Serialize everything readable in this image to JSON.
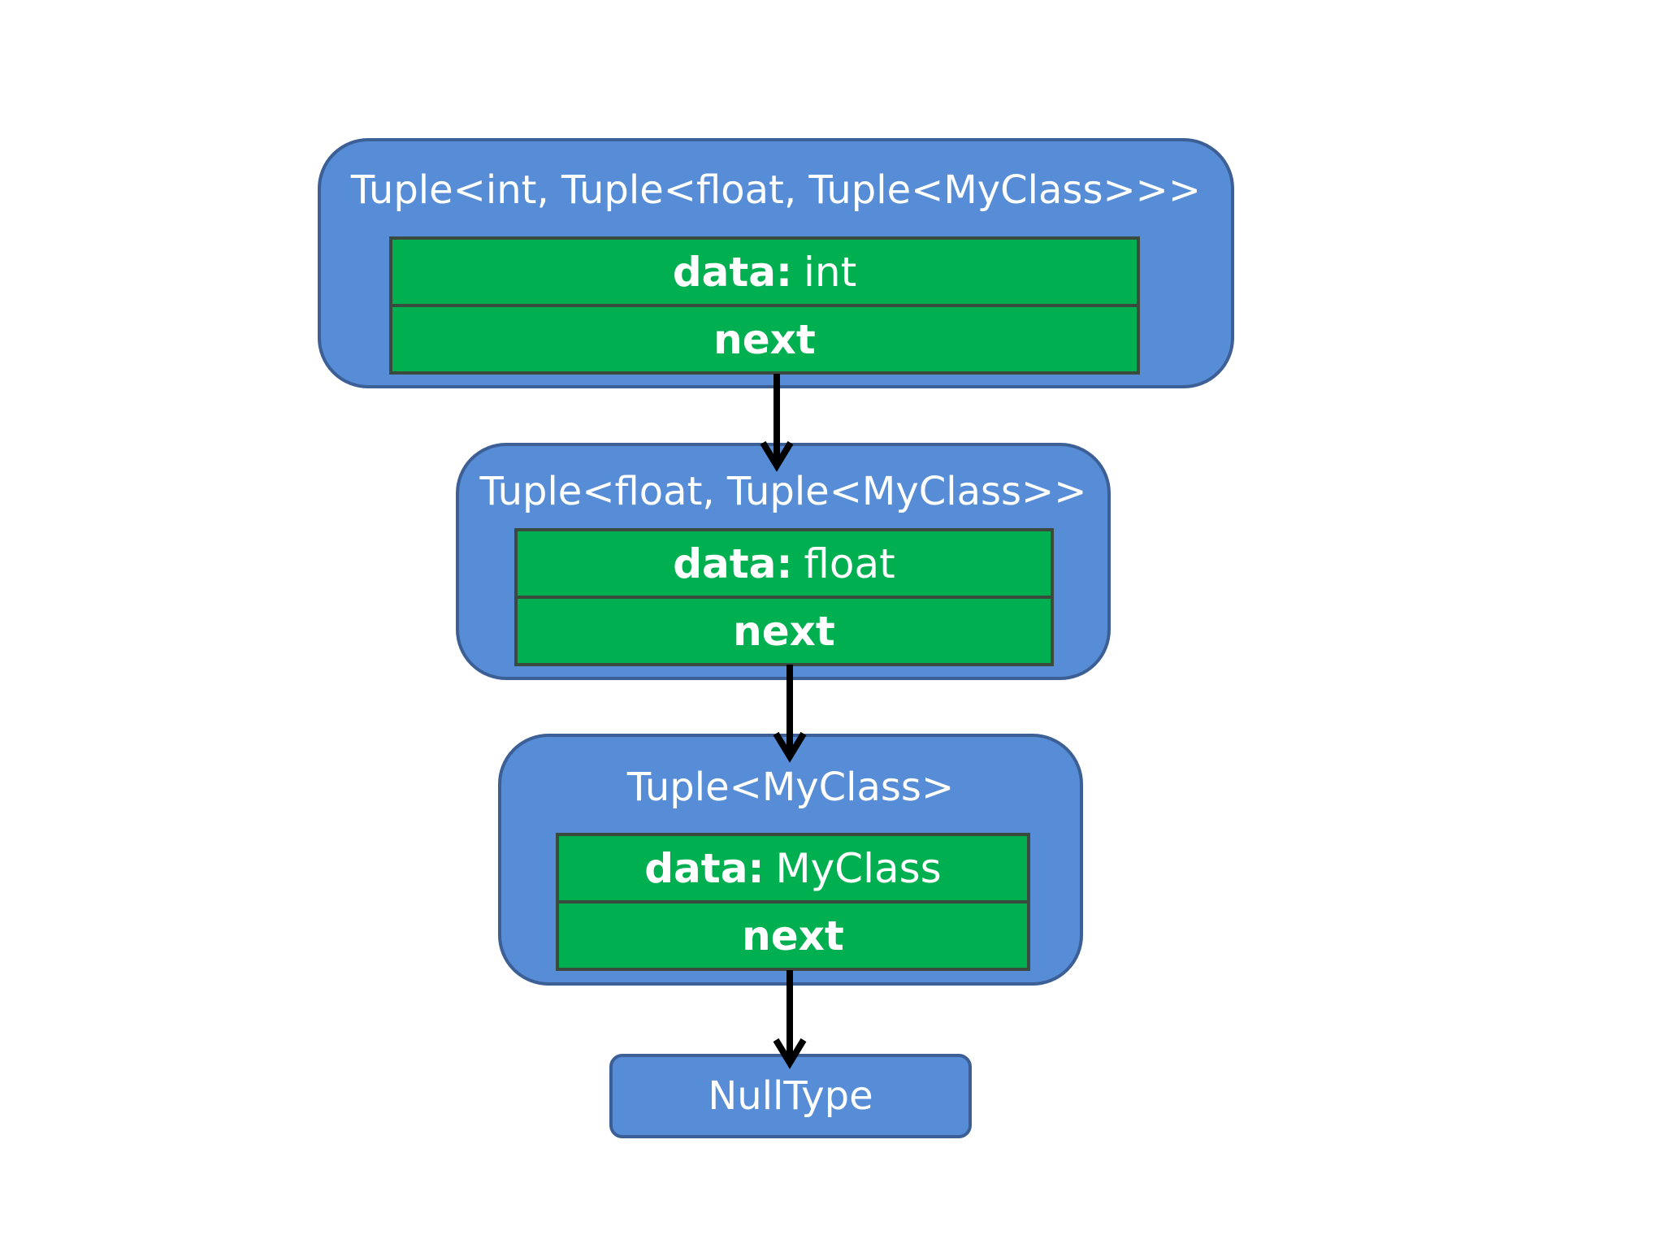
{
  "colors": {
    "tuple_fill": "#578cd6",
    "tuple_border": "#3c5f96",
    "field_fill": "#00b050",
    "arrow": "#000000"
  },
  "tuples": [
    {
      "title": "Tuple<int, Tuple<float, Tuple<MyClass>>>",
      "data_label": "data:",
      "data_type": "int",
      "next_label": "next"
    },
    {
      "title": "Tuple<float, Tuple<MyClass>>",
      "data_label": "data:",
      "data_type": "float",
      "next_label": "next"
    },
    {
      "title": "Tuple<MyClass>",
      "data_label": "data:",
      "data_type": "MyClass",
      "next_label": "next"
    }
  ],
  "null_node": {
    "label": "NullType"
  }
}
